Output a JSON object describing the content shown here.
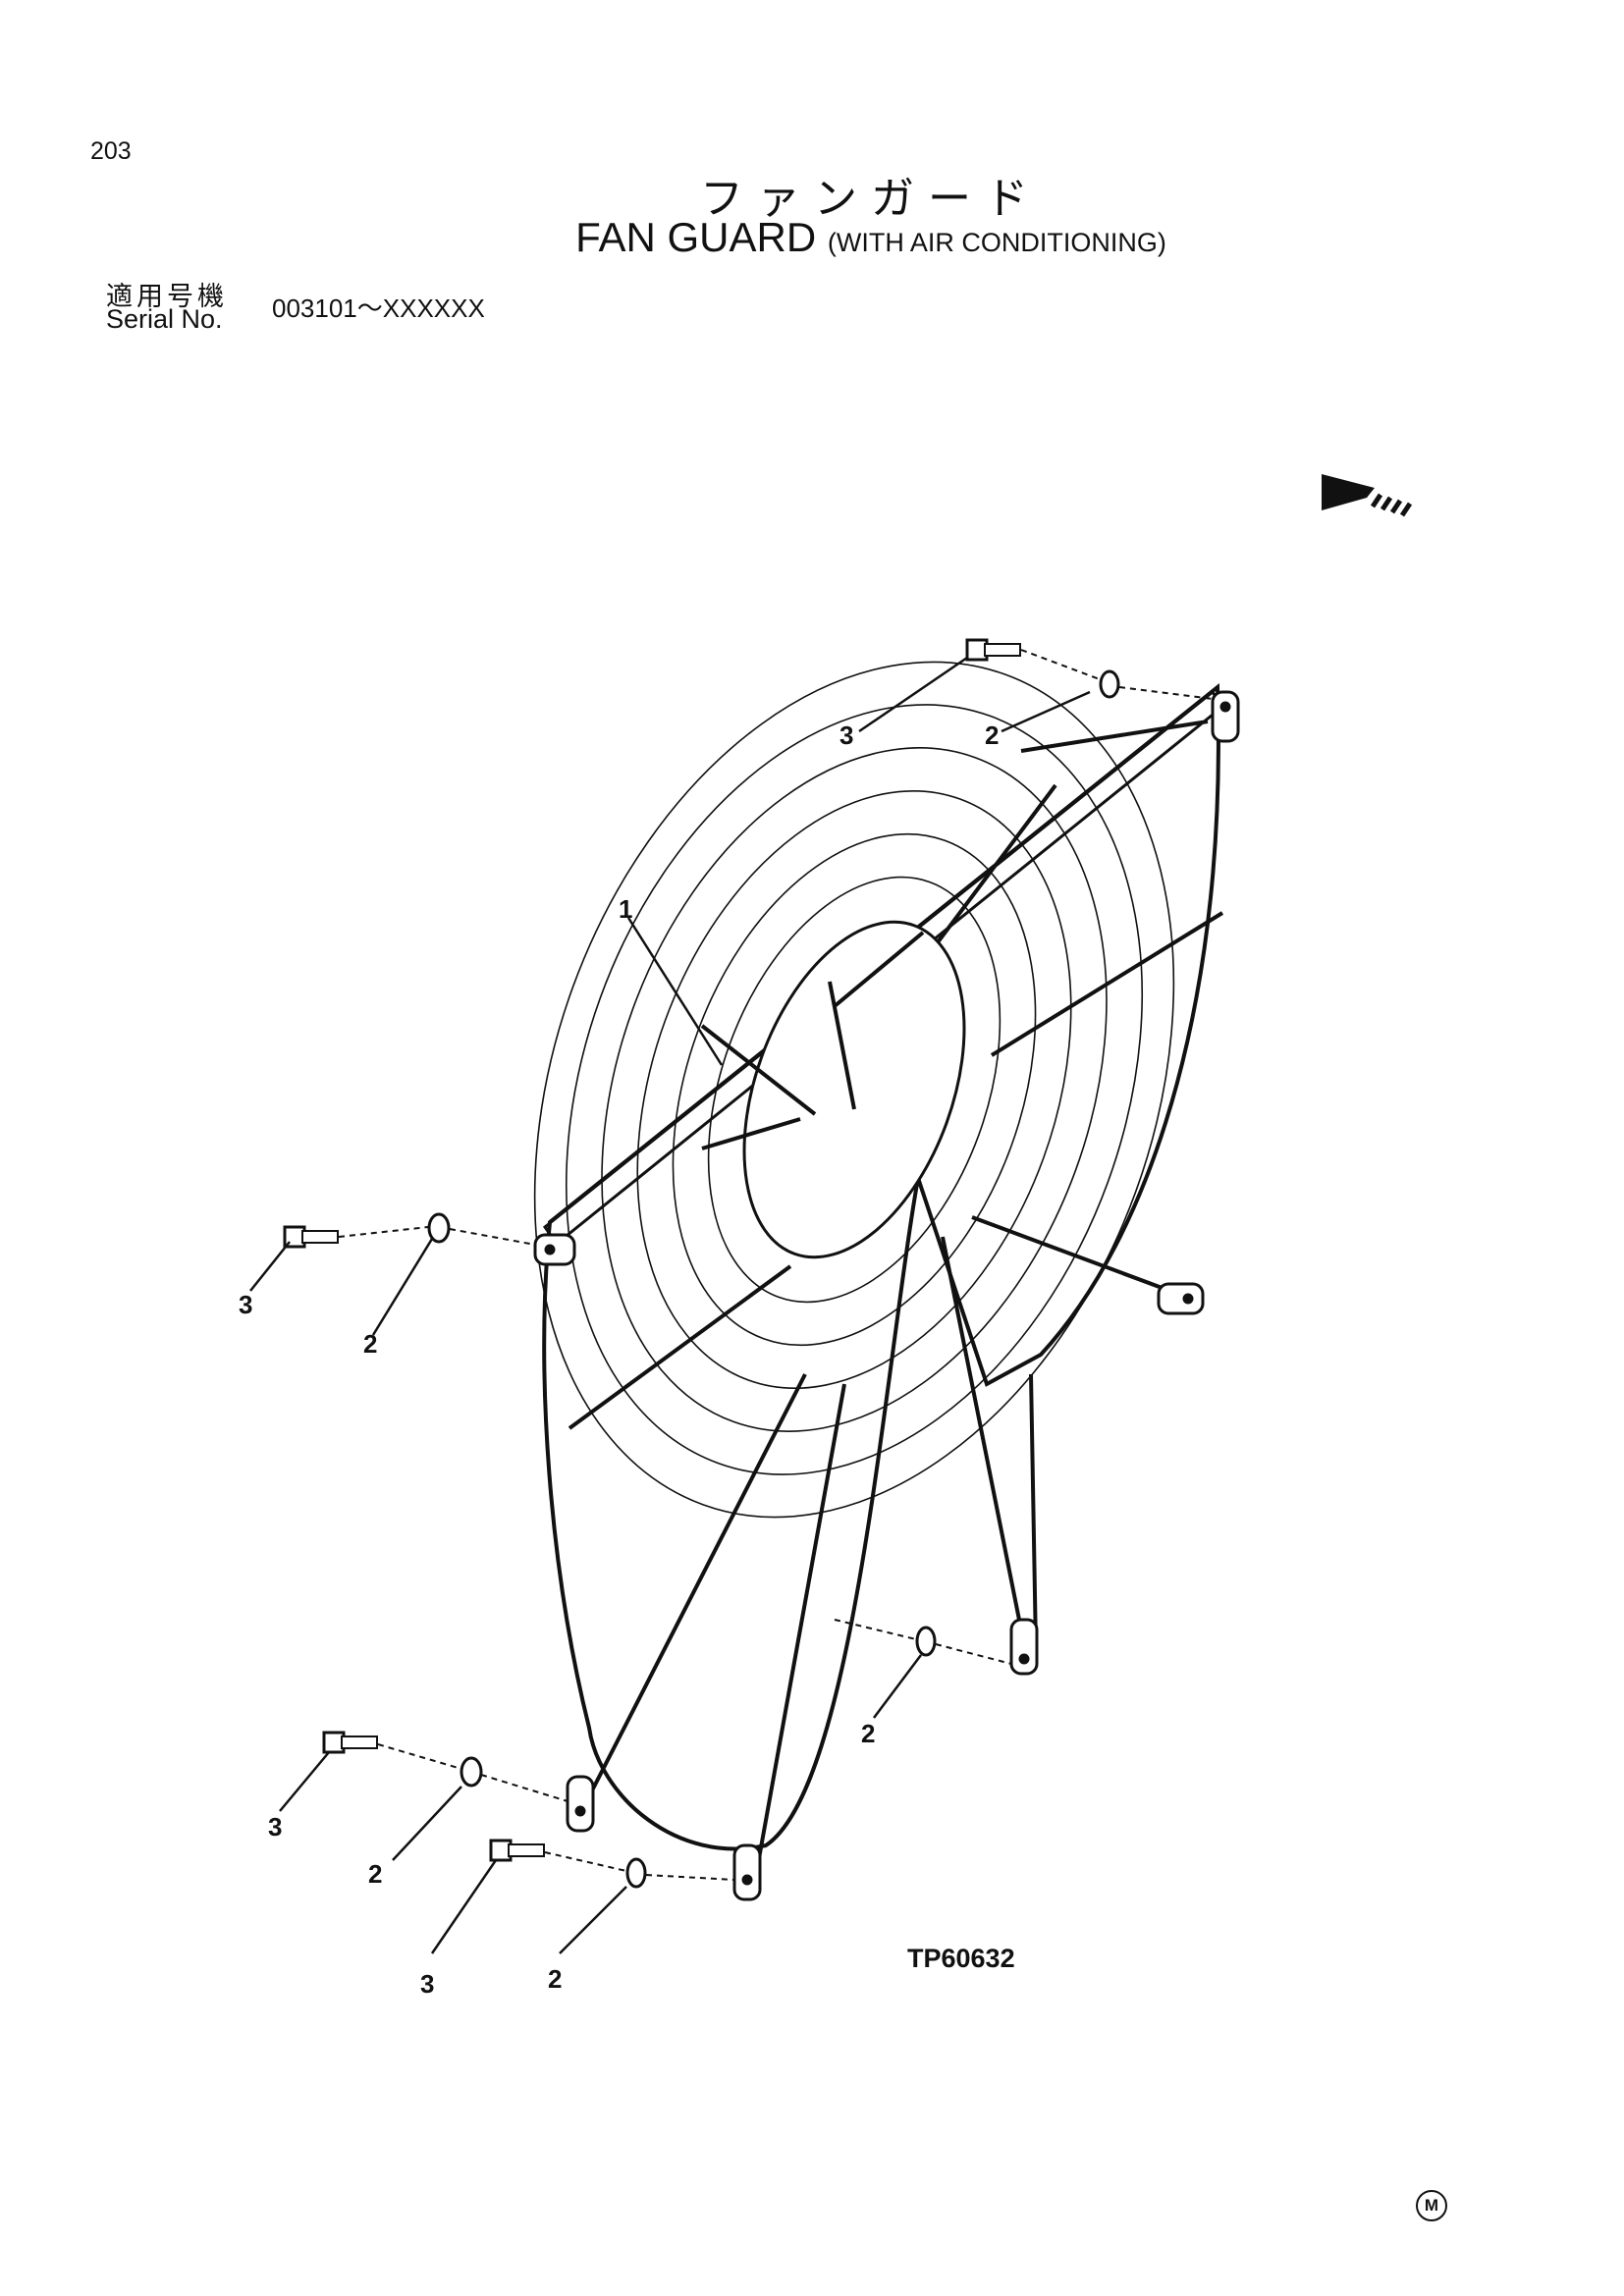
{
  "header": {
    "page_number": "203",
    "title_jp": "ファンガード",
    "title_en": "FAN GUARD",
    "title_en_sub": "(WITH AIR CONDITIONING)",
    "serial_label_jp": "適用号機",
    "serial_label_en": "Serial No.",
    "serial_range": "003101～XXXXXX"
  },
  "diagram": {
    "callouts": [
      "1",
      "2",
      "3",
      "2",
      "3",
      "2",
      "3",
      "2",
      "3",
      "2"
    ],
    "drawing_code": "TP60632",
    "footer_mark": "M",
    "direction_icon": "front-arrow-icon"
  }
}
